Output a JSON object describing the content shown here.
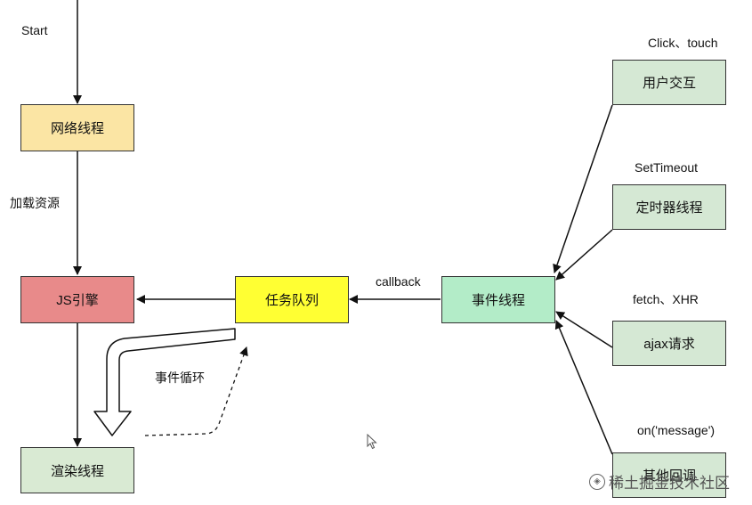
{
  "labels": {
    "start": "Start",
    "load_resources": "加载资源",
    "event_loop": "事件循环",
    "callback": "callback",
    "click_touch": "Click、touch",
    "settimeout": "SetTimeout",
    "fetch_xhr": "fetch、XHR",
    "on_message": "on('message')"
  },
  "nodes": {
    "network_thread": {
      "label": "网络线程",
      "color": "#fbe5a4"
    },
    "js_engine": {
      "label": "JS引擎",
      "color": "#e88a8a"
    },
    "render_thread": {
      "label": "渲染线程",
      "color": "#d9ead3"
    },
    "task_queue": {
      "label": "任务队列",
      "color": "#ffff33"
    },
    "event_thread": {
      "label": "事件线程",
      "color": "#b3ecc8"
    },
    "user_interaction": {
      "label": "用户交互",
      "color": "#d5e8d4"
    },
    "timer_thread": {
      "label": "定时器线程",
      "color": "#d5e8d4"
    },
    "ajax_request": {
      "label": "ajax请求",
      "color": "#d5e8d4"
    },
    "other_callbacks": {
      "label": "其他回调",
      "color": "#d5e8d4"
    }
  },
  "watermark": {
    "text": "稀土掘金技术社区",
    "icon": "juejin-logo-icon"
  }
}
